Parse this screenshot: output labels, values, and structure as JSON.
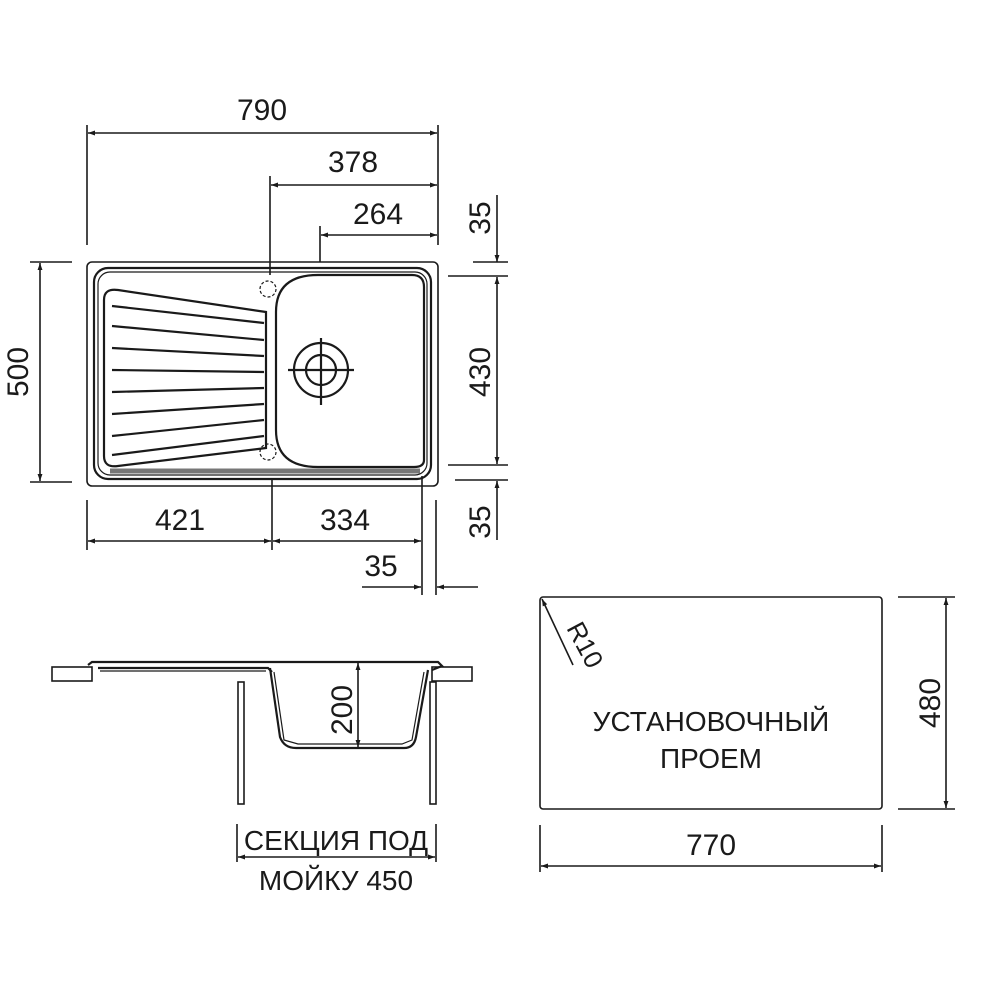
{
  "drawing": {
    "title": "Sink technical drawing",
    "top_view": {
      "overall_width": "790",
      "bowl_section_width": "378",
      "bowl_offset_width": "264",
      "overall_height": "500",
      "bowl_height": "430",
      "top_margin": "35",
      "bottom_margin": "35",
      "drainboard_width": "421",
      "bowl_width": "334",
      "right_margin": "35"
    },
    "side_view": {
      "bowl_depth": "200",
      "cabinet_label_line1": "СЕКЦИЯ ПОД",
      "cabinet_label_line2": "МОЙКУ 450"
    },
    "cutout": {
      "label_line1": "УСТАНОВОЧНЫЙ",
      "label_line2": "ПРОЕМ",
      "width": "770",
      "height": "480",
      "corner_radius": "R10"
    }
  }
}
